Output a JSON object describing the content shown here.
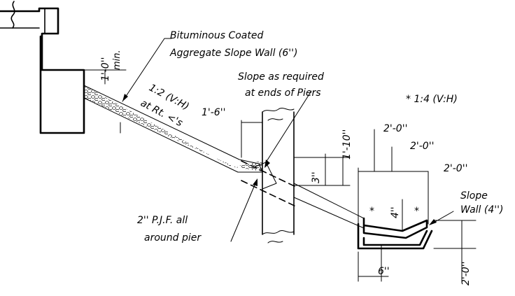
{
  "labels": {
    "aggregate_wall_line1": "Bituminous Coated",
    "aggregate_wall_line2": "Aggregate Slope Wall (6'')",
    "min_height": "1'-0''",
    "min_word": "min.",
    "slope_note_line1": "Slope as required",
    "slope_note_line2": "at ends of Piers",
    "ratio_note": "* 1:4 (V:H)",
    "slope_ratio": "1:2 (V:H)",
    "at_rt": "at Rt. <'s",
    "offset_1_6": "1'-6''",
    "height_1_10": "1'-10''",
    "depth_3": "3''",
    "width_a": "2'-0''",
    "width_b": "2'-0''",
    "width_c": "2'-0''",
    "slope_wall_line1": "Slope",
    "slope_wall_line2": "Wall (4'')",
    "asterisk_left": "*",
    "asterisk_right": "*",
    "depth_4": "4''",
    "pjf_line1": "2'' P.J.F. all",
    "pjf_line2": "around pier",
    "width_6": "6''",
    "height_2_0": "2'-0''"
  },
  "colors": {
    "ink": "#000000",
    "paper": "#ffffff"
  }
}
